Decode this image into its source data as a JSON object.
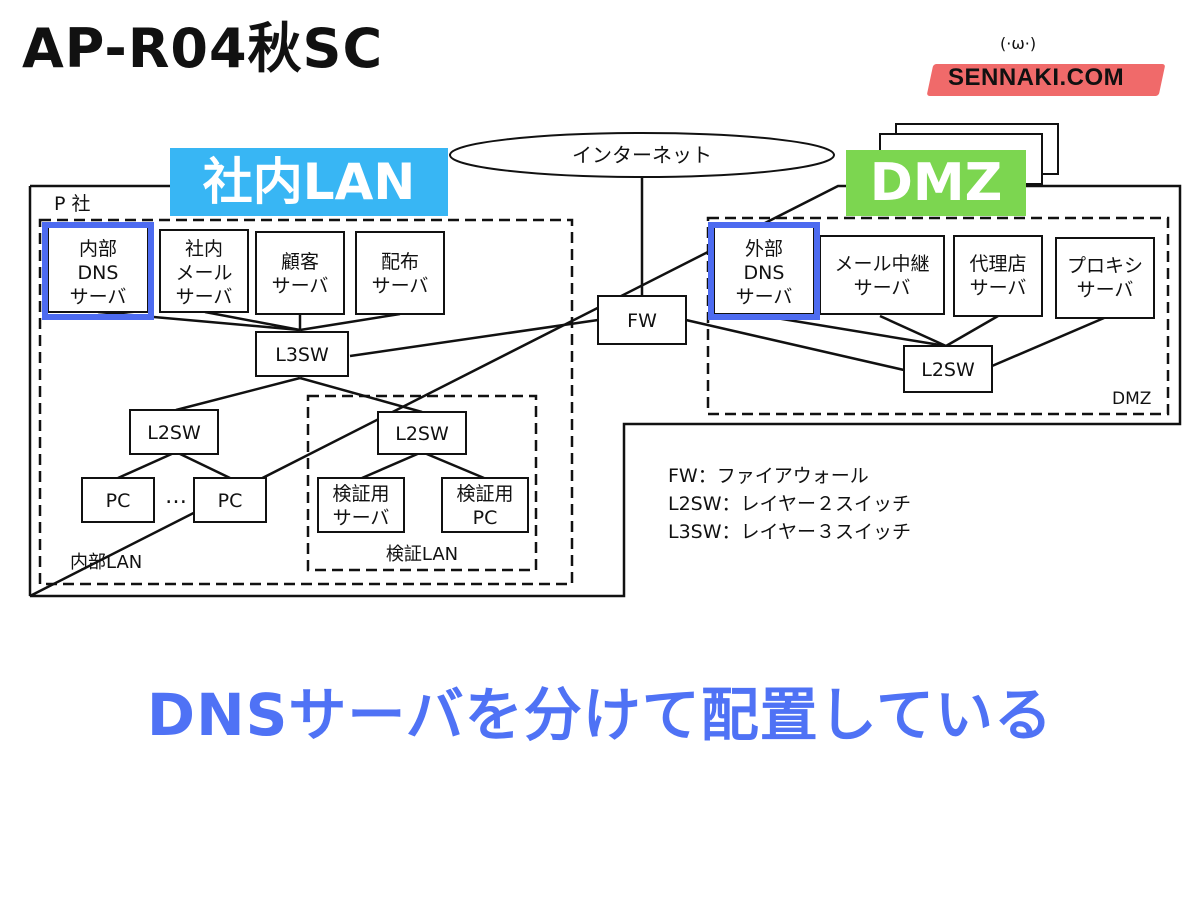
{
  "header": {
    "title": "AP-R04秋SC"
  },
  "logo": {
    "text": "SENNAKI.COM",
    "face": "(·ω·)"
  },
  "labels": {
    "internal": "社内LAN",
    "dmz": "DMZ"
  },
  "diagram": {
    "internet": "インターネット",
    "company": "P 社",
    "internal_lan": "内部LAN",
    "verify_lan": "検証LAN",
    "dmz_label": "DMZ",
    "fw": "FW",
    "l3sw": "L3SW",
    "l2sw_internal": "L2SW",
    "l2sw_verify": "L2SW",
    "l2sw_dmz": "L2SW",
    "pc": "PC",
    "ellipsis": "…",
    "servers": {
      "internal_dns": [
        "内部",
        "DNS",
        "サーバ"
      ],
      "internal_mail": [
        "社内",
        "メール",
        "サーバ"
      ],
      "customer": [
        "顧客",
        "サーバ"
      ],
      "distribution": [
        "配布",
        "サーバ"
      ],
      "verify_server": [
        "検証用",
        "サーバ"
      ],
      "verify_pc": [
        "検証用",
        "PC"
      ],
      "external_dns": [
        "外部",
        "DNS",
        "サーバ"
      ],
      "mail_relay": [
        "メール中継",
        "サーバ"
      ],
      "agency": [
        "代理店",
        "サーバ"
      ],
      "proxy": [
        "プロキシ",
        "サーバ"
      ]
    },
    "legend": [
      "FW：ファイアウォール",
      "L2SW：レイヤー２スイッチ",
      "L3SW：レイヤー３スイッチ"
    ]
  },
  "caption": "DNSサーバを分けて配置している",
  "colors": {
    "internal_tag": "#38b6f4",
    "dmz_tag": "#7cd650",
    "highlight": "#4d6bf0",
    "caption": "#4f72f5",
    "logo_band": "#f06a6a"
  }
}
